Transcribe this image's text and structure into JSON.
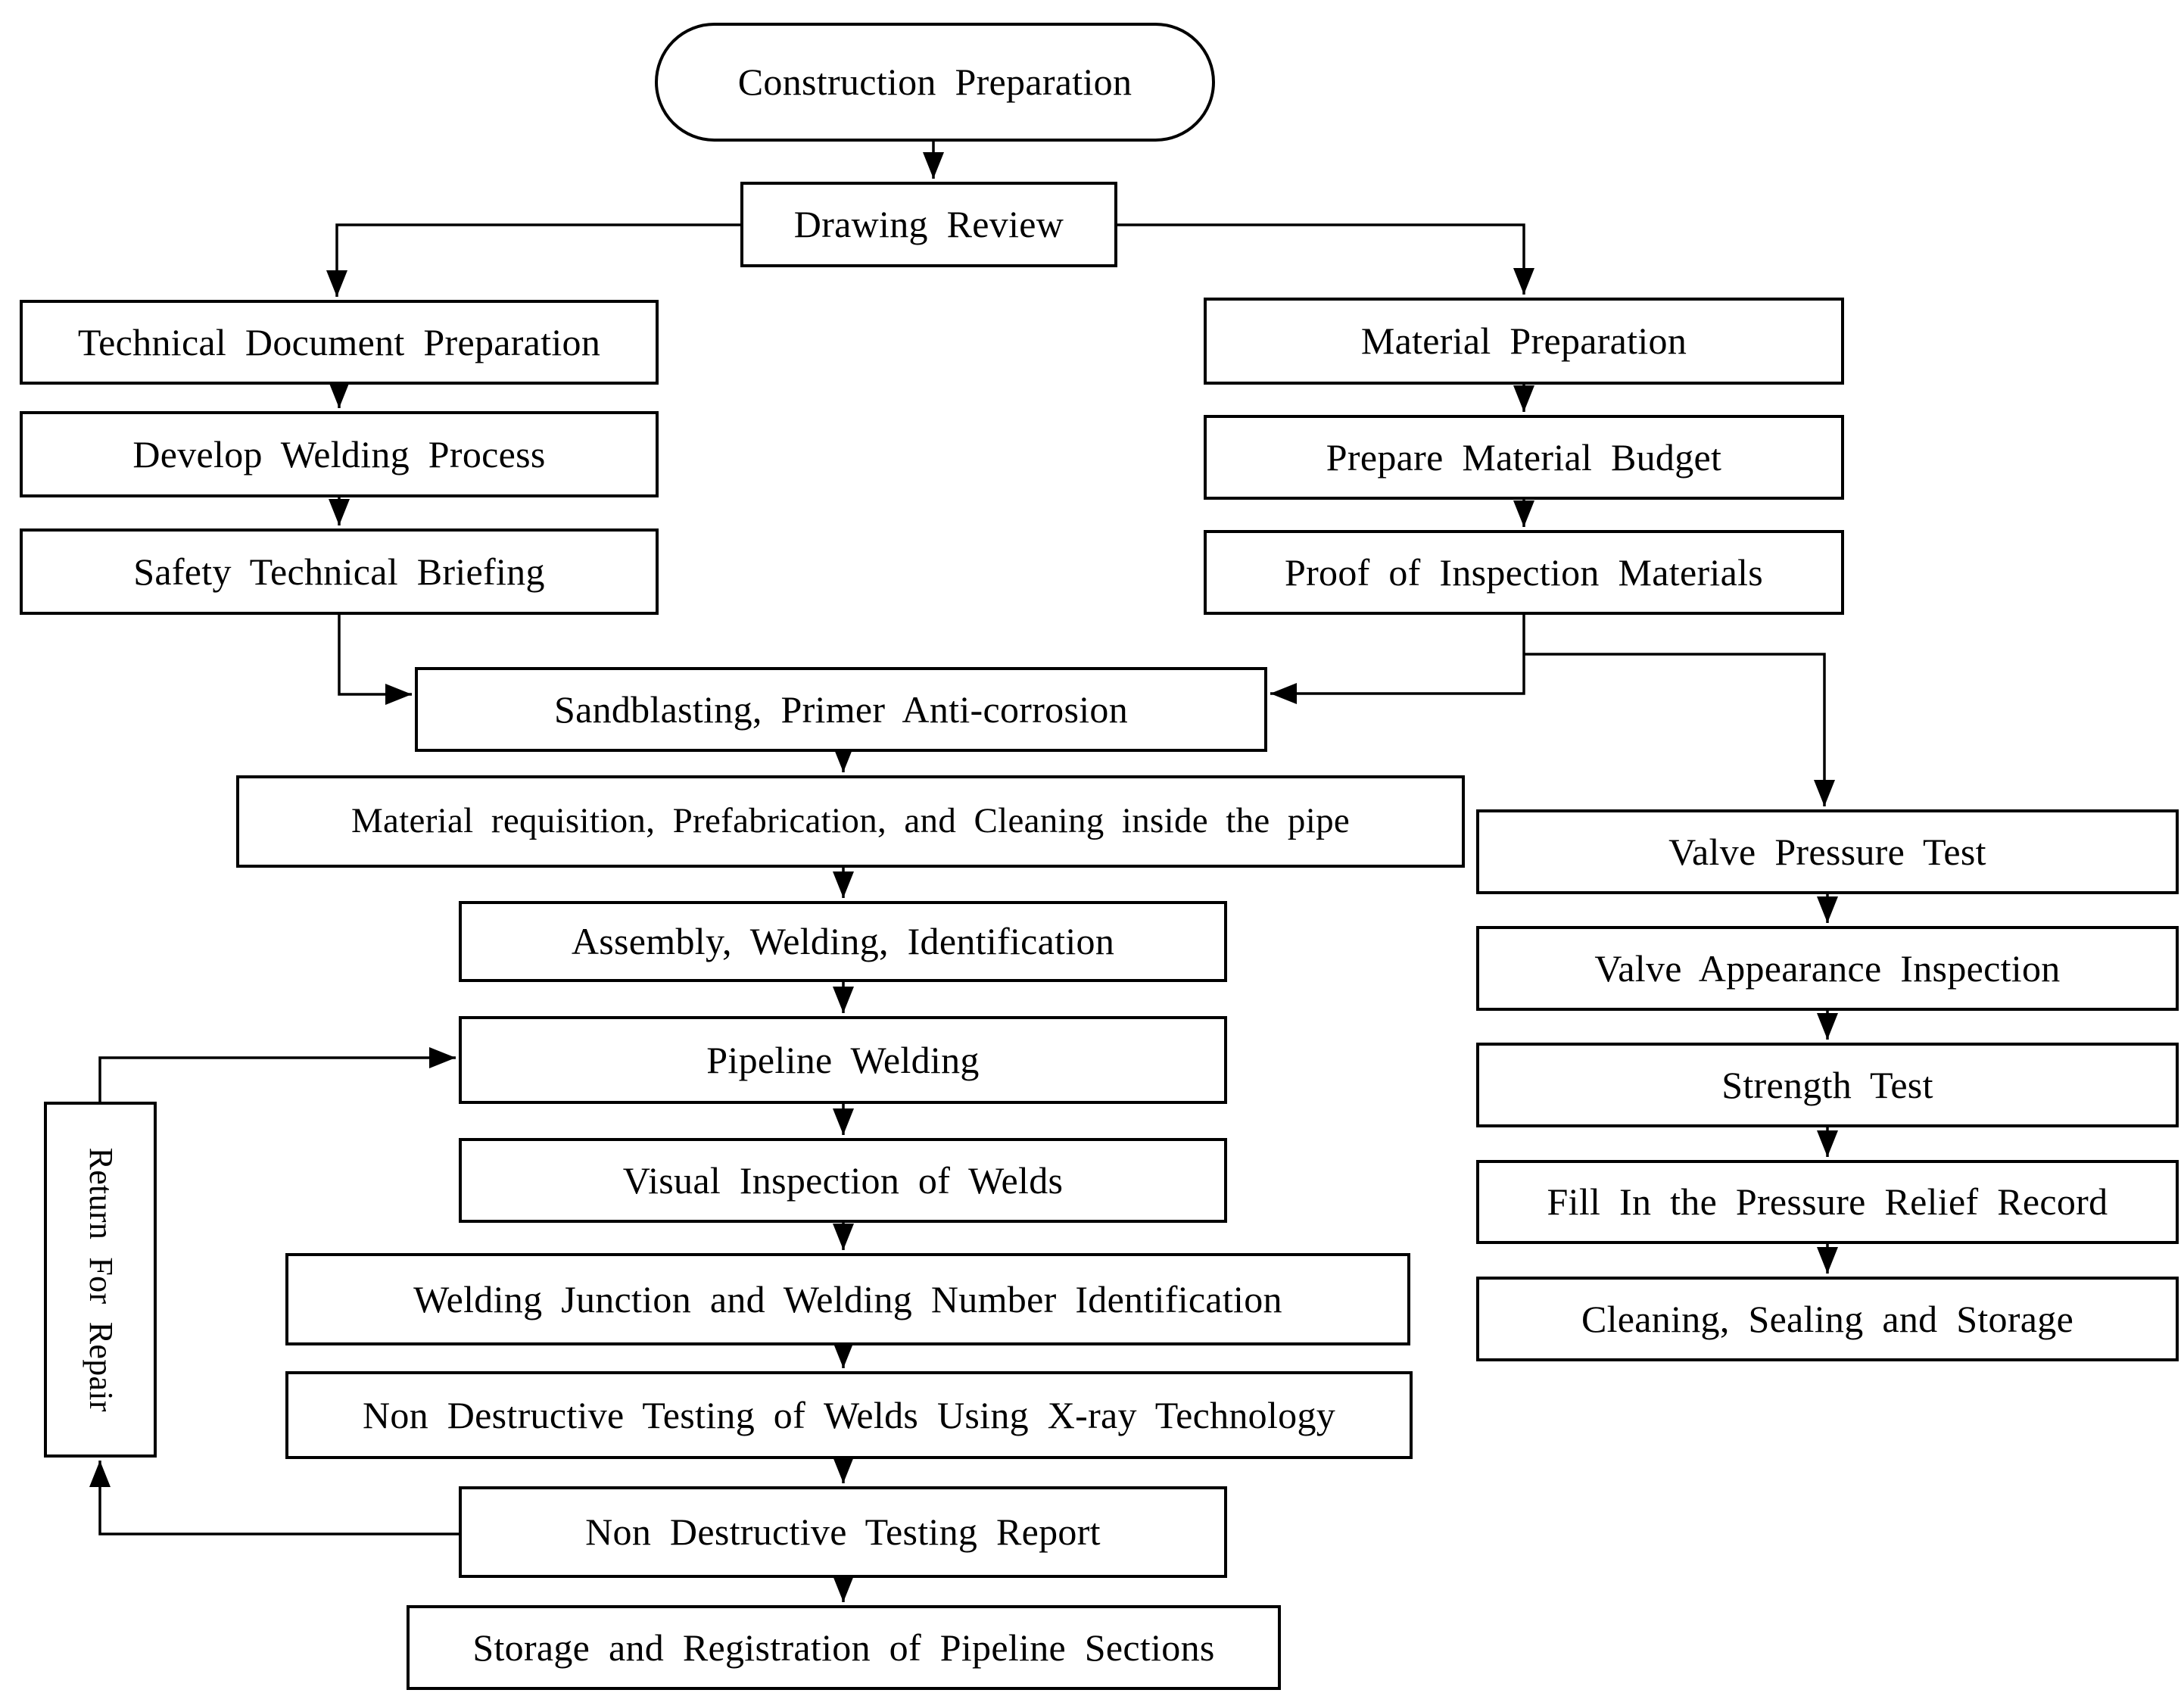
{
  "diagram_type": "flowchart",
  "colors": {
    "line": "#000000",
    "box_background": "#ffffff",
    "text": "#000000"
  },
  "nodes": {
    "construction_preparation": {
      "label": "Construction Preparation",
      "shape": "stadium"
    },
    "drawing_review": {
      "label": "Drawing Review",
      "shape": "rect"
    },
    "technical_document_preparation": {
      "label": "Technical Document Preparation",
      "shape": "rect"
    },
    "develop_welding_process": {
      "label": "Develop Welding Process",
      "shape": "rect"
    },
    "safety_technical_briefing": {
      "label": "Safety Technical Briefing",
      "shape": "rect"
    },
    "material_preparation": {
      "label": "Material Preparation",
      "shape": "rect"
    },
    "prepare_material_budget": {
      "label": "Prepare Material Budget",
      "shape": "rect"
    },
    "proof_of_inspection_materials": {
      "label": "Proof of Inspection Materials",
      "shape": "rect"
    },
    "sandblasting_primer_anticorrosion": {
      "label": "Sandblasting, Primer Anti-corrosion",
      "shape": "rect"
    },
    "material_requisition": {
      "label": "Material requisition, Prefabrication, and Cleaning inside the pipe",
      "shape": "rect"
    },
    "assembly_welding_identification": {
      "label": "Assembly, Welding, Identification",
      "shape": "rect"
    },
    "pipeline_welding": {
      "label": "Pipeline Welding",
      "shape": "rect"
    },
    "visual_inspection_of_welds": {
      "label": "Visual Inspection of Welds",
      "shape": "rect"
    },
    "welding_junction_identification": {
      "label": "Welding Junction and Welding Number Identification",
      "shape": "rect"
    },
    "ndt_xray": {
      "label": "Non Destructive Testing of Welds Using X-ray Technology",
      "shape": "rect"
    },
    "ndt_report": {
      "label": "Non Destructive Testing Report",
      "shape": "rect"
    },
    "storage_registration": {
      "label": "Storage and Registration of Pipeline Sections",
      "shape": "rect"
    },
    "return_for_repair": {
      "label": "Return For Repair",
      "shape": "rect-vertical"
    },
    "valve_pressure_test": {
      "label": "Valve Pressure Test",
      "shape": "rect"
    },
    "valve_appearance_inspection": {
      "label": "Valve Appearance Inspection",
      "shape": "rect"
    },
    "strength_test": {
      "label": "Strength Test",
      "shape": "rect"
    },
    "fill_pressure_relief_record": {
      "label": "Fill In the Pressure Relief Record",
      "shape": "rect"
    },
    "cleaning_sealing_storage": {
      "label": "Cleaning, Sealing and Storage",
      "shape": "rect"
    }
  },
  "edges": [
    {
      "from": "construction_preparation",
      "to": "drawing_review"
    },
    {
      "from": "drawing_review",
      "to": "technical_document_preparation"
    },
    {
      "from": "drawing_review",
      "to": "material_preparation"
    },
    {
      "from": "technical_document_preparation",
      "to": "develop_welding_process"
    },
    {
      "from": "develop_welding_process",
      "to": "safety_technical_briefing"
    },
    {
      "from": "safety_technical_briefing",
      "to": "sandblasting_primer_anticorrosion"
    },
    {
      "from": "material_preparation",
      "to": "prepare_material_budget"
    },
    {
      "from": "prepare_material_budget",
      "to": "proof_of_inspection_materials"
    },
    {
      "from": "proof_of_inspection_materials",
      "to": "sandblasting_primer_anticorrosion"
    },
    {
      "from": "proof_of_inspection_materials",
      "to": "valve_pressure_test"
    },
    {
      "from": "sandblasting_primer_anticorrosion",
      "to": "material_requisition"
    },
    {
      "from": "material_requisition",
      "to": "assembly_welding_identification"
    },
    {
      "from": "assembly_welding_identification",
      "to": "pipeline_welding"
    },
    {
      "from": "pipeline_welding",
      "to": "visual_inspection_of_welds"
    },
    {
      "from": "visual_inspection_of_welds",
      "to": "welding_junction_identification"
    },
    {
      "from": "welding_junction_identification",
      "to": "ndt_xray"
    },
    {
      "from": "ndt_xray",
      "to": "ndt_report"
    },
    {
      "from": "ndt_report",
      "to": "storage_registration"
    },
    {
      "from": "ndt_report",
      "to": "return_for_repair"
    },
    {
      "from": "return_for_repair",
      "to": "pipeline_welding"
    },
    {
      "from": "valve_pressure_test",
      "to": "valve_appearance_inspection"
    },
    {
      "from": "valve_appearance_inspection",
      "to": "strength_test"
    },
    {
      "from": "strength_test",
      "to": "fill_pressure_relief_record"
    },
    {
      "from": "fill_pressure_relief_record",
      "to": "cleaning_sealing_storage"
    }
  ]
}
